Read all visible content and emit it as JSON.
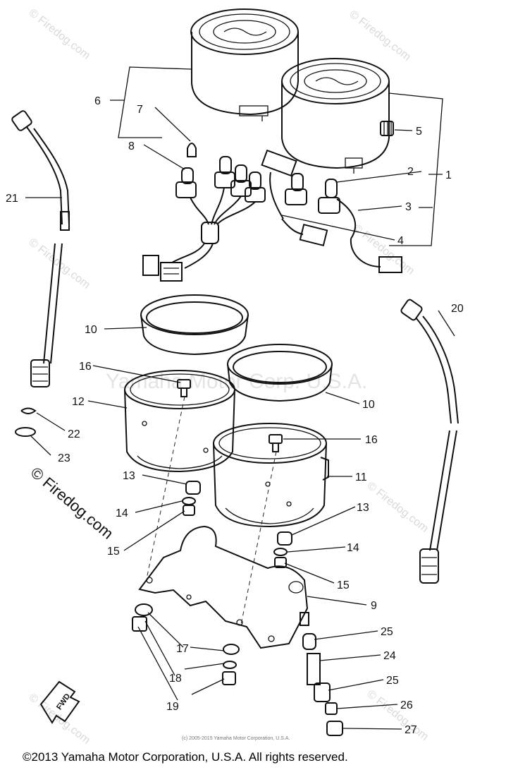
{
  "watermarks": {
    "brand": "© Firedog.com",
    "center": "Yamaha Motor Corp. U.S.A.",
    "fine_print": "(c) 2005-2015 Yamaha Motor Corporation, U.S.A."
  },
  "copyright": "©2013 Yamaha Motor Corporation, U.S.A. All rights reserved.",
  "direction_label": "FWD",
  "callouts": [
    {
      "id": "c1",
      "label": "1"
    },
    {
      "id": "c2",
      "label": "2"
    },
    {
      "id": "c3",
      "label": "3"
    },
    {
      "id": "c4",
      "label": "4"
    },
    {
      "id": "c5",
      "label": "5"
    },
    {
      "id": "c6",
      "label": "6"
    },
    {
      "id": "c7",
      "label": "7"
    },
    {
      "id": "c8",
      "label": "8"
    },
    {
      "id": "c9",
      "label": "9"
    },
    {
      "id": "c10a",
      "label": "10"
    },
    {
      "id": "c10b",
      "label": "10"
    },
    {
      "id": "c11",
      "label": "11"
    },
    {
      "id": "c12",
      "label": "12"
    },
    {
      "id": "c13a",
      "label": "13"
    },
    {
      "id": "c13b",
      "label": "13"
    },
    {
      "id": "c14a",
      "label": "14"
    },
    {
      "id": "c14b",
      "label": "14"
    },
    {
      "id": "c15a",
      "label": "15"
    },
    {
      "id": "c15b",
      "label": "15"
    },
    {
      "id": "c16a",
      "label": "16"
    },
    {
      "id": "c16b",
      "label": "16"
    },
    {
      "id": "c17",
      "label": "17"
    },
    {
      "id": "c18",
      "label": "18"
    },
    {
      "id": "c19",
      "label": "19"
    },
    {
      "id": "c20",
      "label": "20"
    },
    {
      "id": "c21",
      "label": "21"
    },
    {
      "id": "c22",
      "label": "22"
    },
    {
      "id": "c23",
      "label": "23"
    },
    {
      "id": "c24",
      "label": "24"
    },
    {
      "id": "c25a",
      "label": "25"
    },
    {
      "id": "c25b",
      "label": "25"
    },
    {
      "id": "c26",
      "label": "26"
    },
    {
      "id": "c27",
      "label": "27"
    }
  ]
}
